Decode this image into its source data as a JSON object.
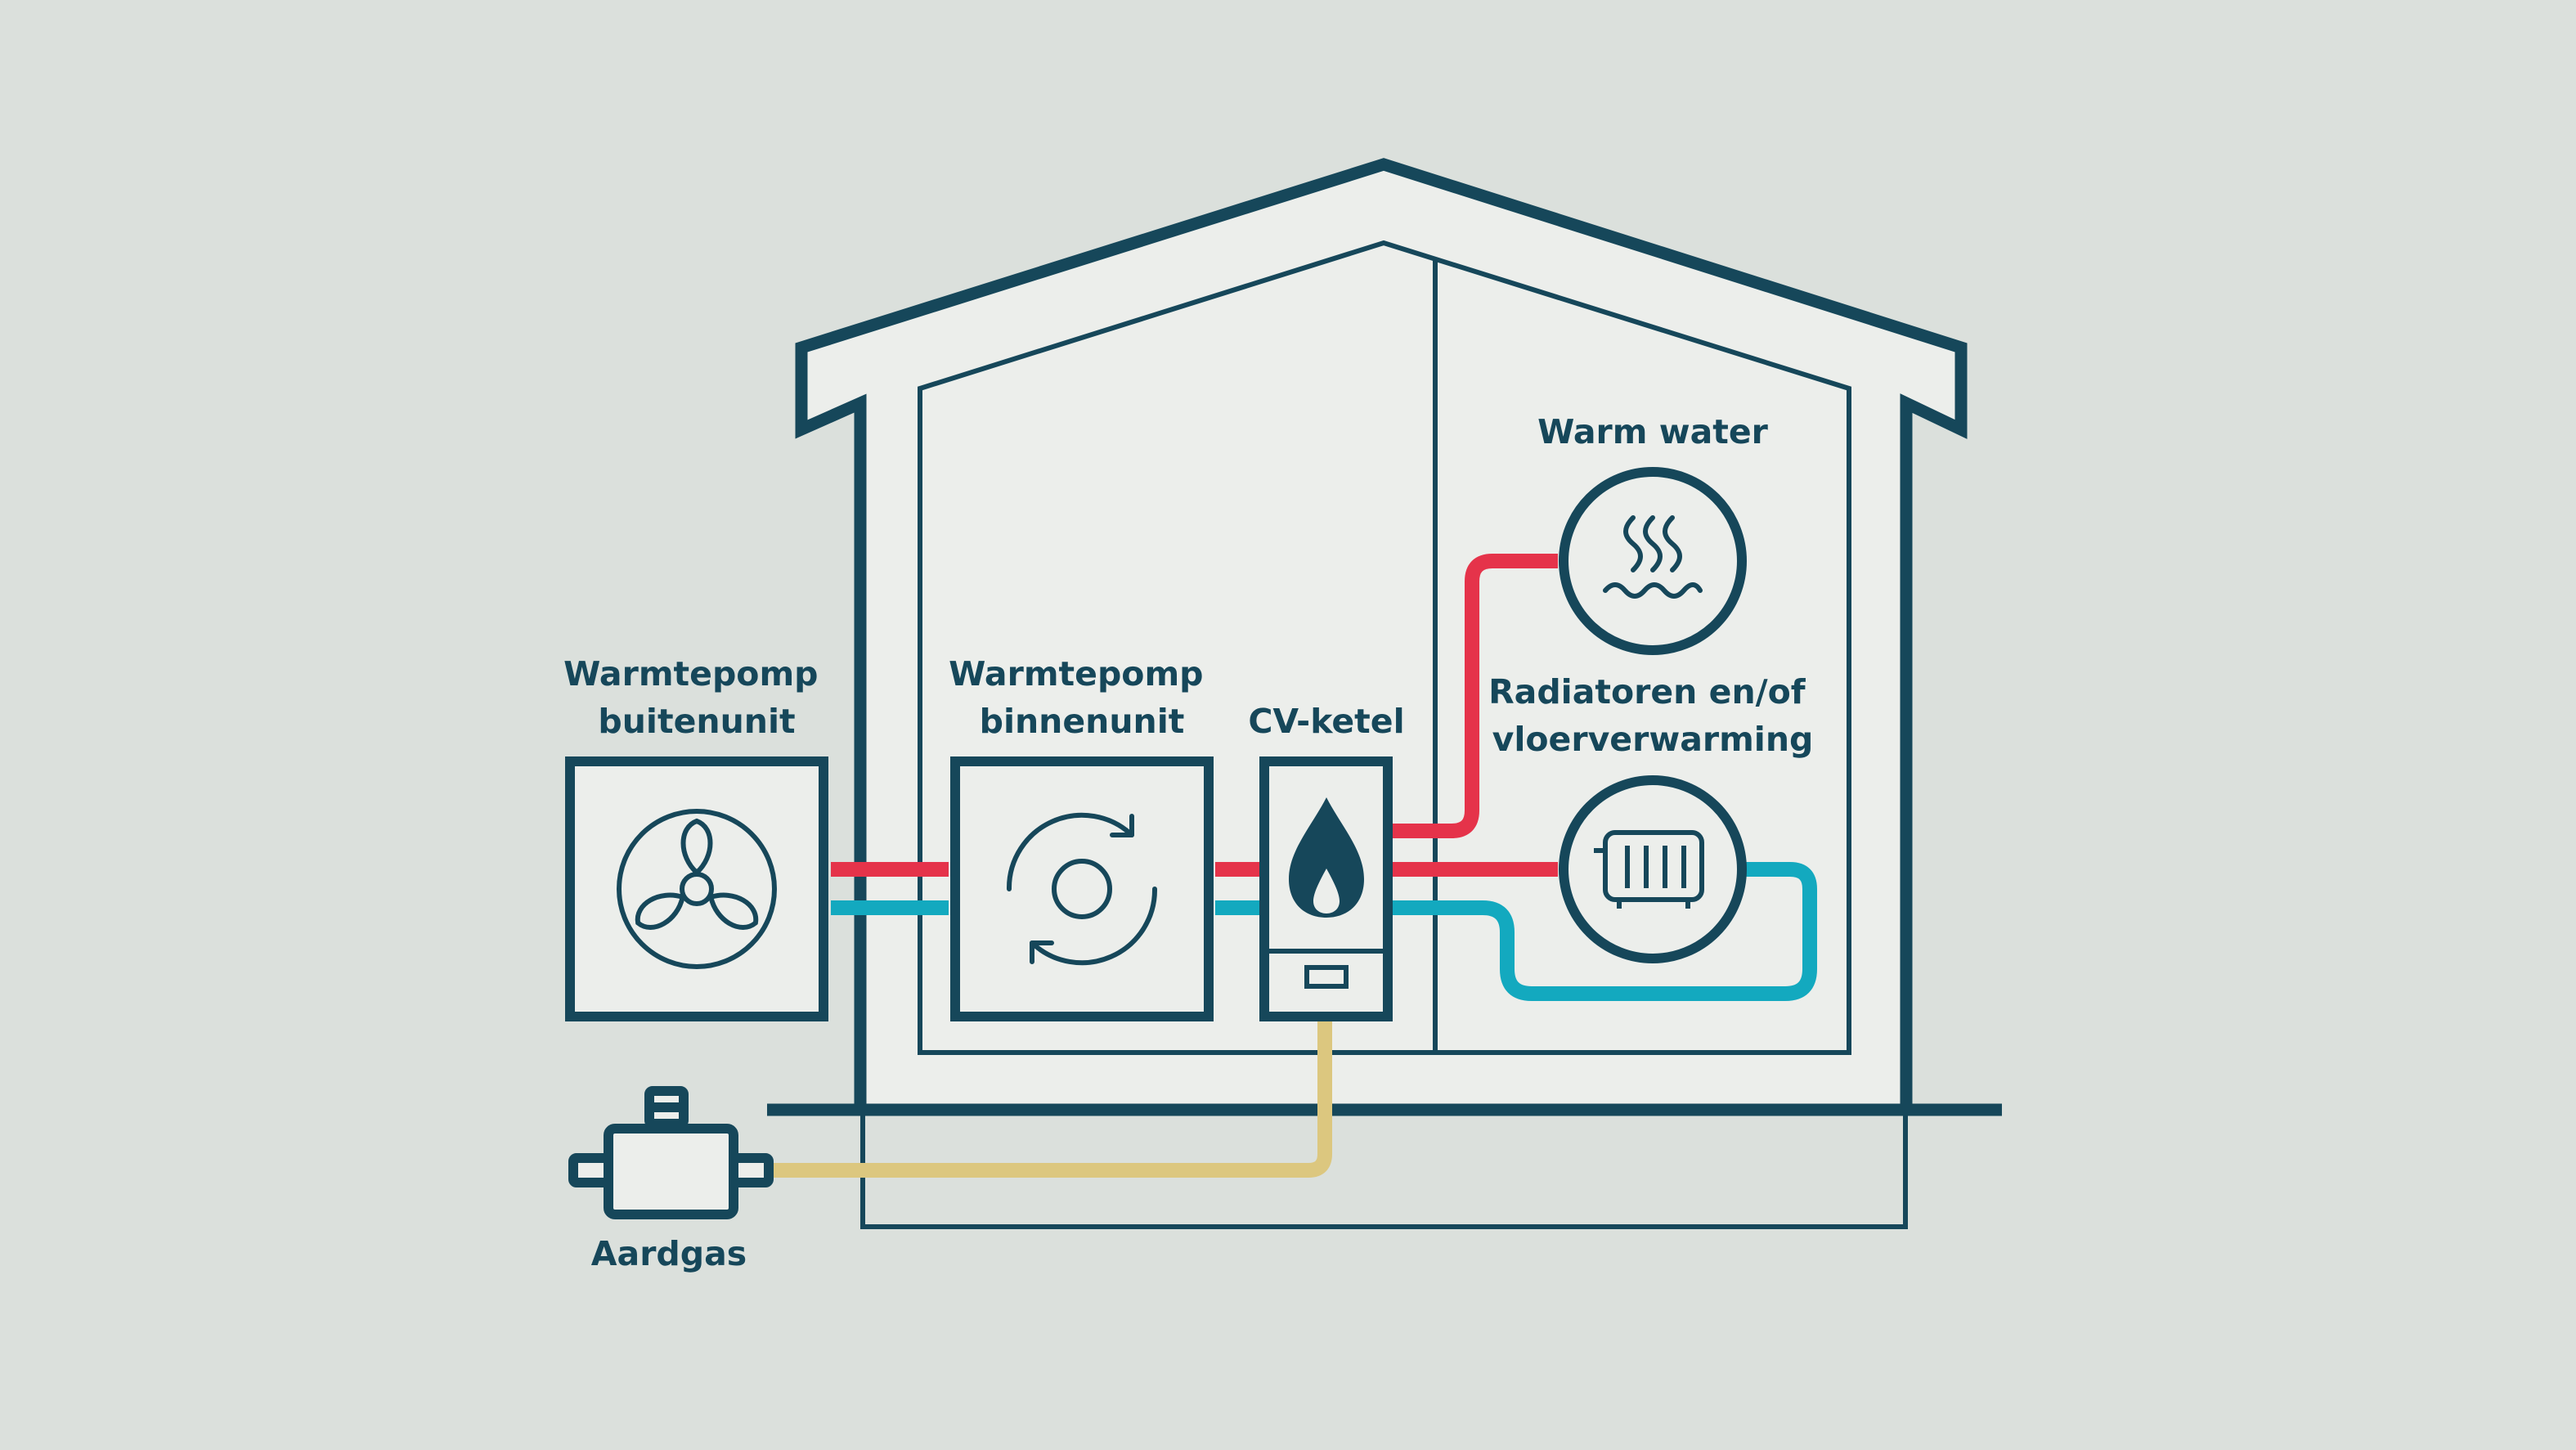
{
  "labels": {
    "outdoor_unit": [
      "Warmtepomp",
      "buitenunit"
    ],
    "indoor_unit": [
      "Warmtepomp",
      "binnenunit"
    ],
    "boiler": "CV-ketel",
    "hot_water": "Warm water",
    "radiators": [
      "Radiatoren en/of",
      "vloerverwarming"
    ],
    "gas": "Aardgas"
  },
  "icons": {
    "outdoor_unit": "fan-icon",
    "indoor_unit": "circulation-icon",
    "boiler": "flame-icon",
    "hot_water": "hot-water-icon",
    "radiators": "radiator-icon",
    "gas": "gas-meter-icon"
  },
  "colors": {
    "background": "#dbe0dc",
    "house_fill": "#eceeeb",
    "outline": "#16475a",
    "hot_pipe": "#e5334a",
    "cold_pipe": "#13a9bf",
    "gas_pipe": "#dcc77f"
  }
}
